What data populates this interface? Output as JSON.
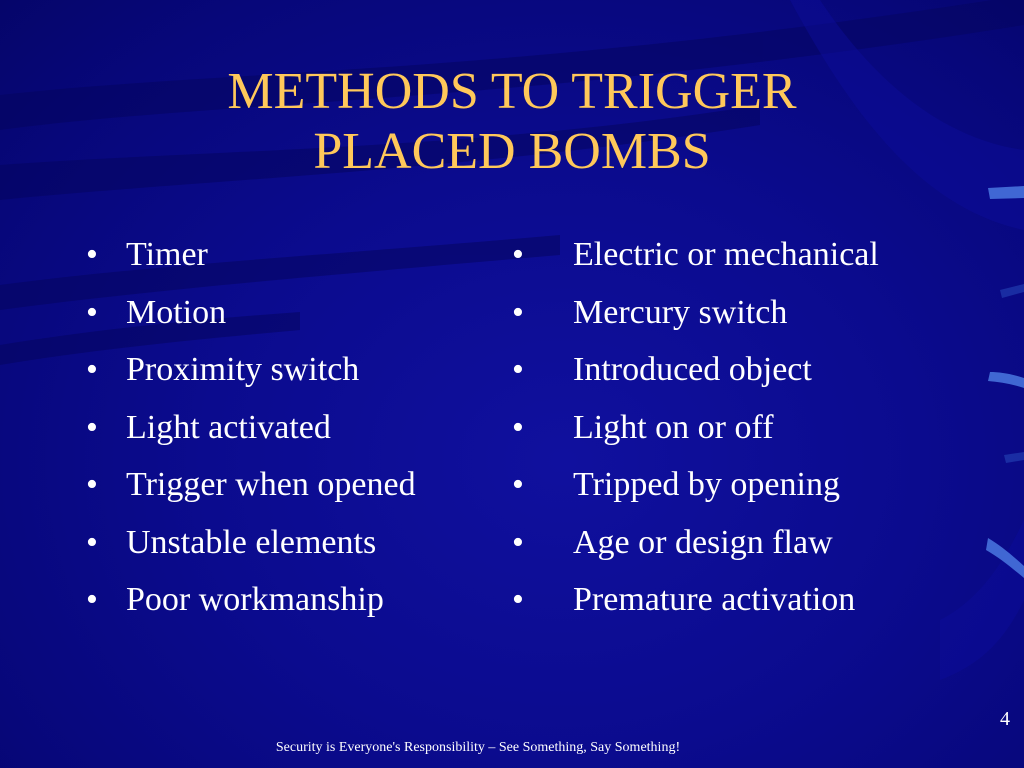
{
  "colors": {
    "background": "#0a0a8c",
    "title": "#ffc85a",
    "body_text": "#ffffff"
  },
  "slide": {
    "title_line1": "METHODS TO TRIGGER",
    "title_line2": "PLACED BOMBS",
    "bullet_glyph": "•",
    "left_items": [
      "Timer",
      "Motion",
      "Proximity switch",
      "Light activated",
      "Trigger when opened",
      "Unstable elements",
      "Poor workmanship"
    ],
    "right_items": [
      "Electric or mechanical",
      "Mercury switch",
      "Introduced object",
      "Light on or off",
      "Tripped by opening",
      "Age or design flaw",
      "Premature activation"
    ],
    "page_number": "4",
    "footer": "Security is Everyone's Responsibility – See Something, Say Something!"
  }
}
